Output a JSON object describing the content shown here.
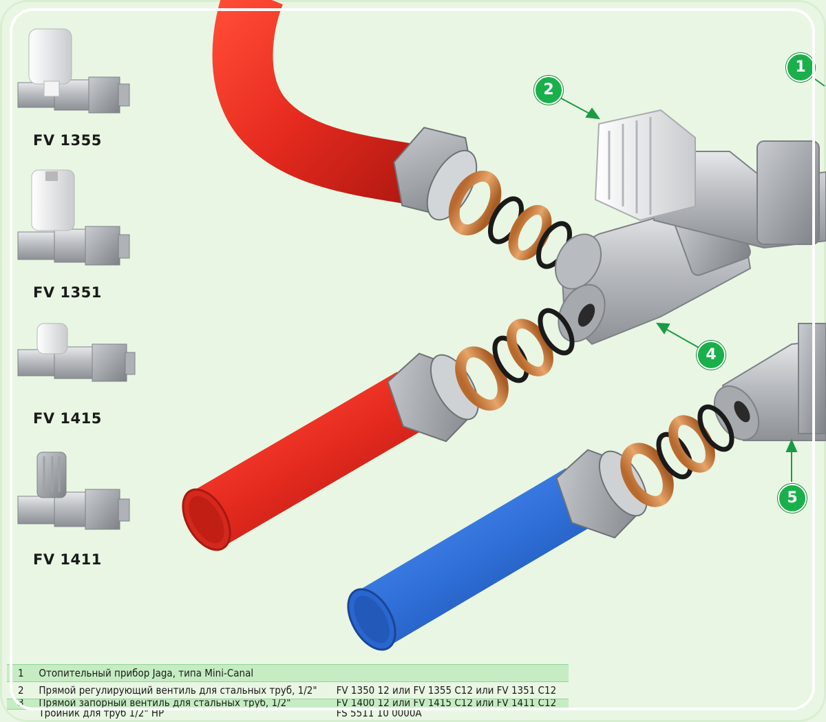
{
  "valves": [
    {
      "id": "fv1355",
      "label": "FV 1355"
    },
    {
      "id": "fv1351",
      "label": "FV 1351"
    },
    {
      "id": "fv1415",
      "label": "FV 1415"
    },
    {
      "id": "fv1411",
      "label": "FV 1411"
    }
  ],
  "callouts": [
    {
      "number": "1"
    },
    {
      "number": "2"
    },
    {
      "number": "4"
    },
    {
      "number": "5"
    }
  ],
  "parts_table": {
    "rows": [
      {
        "number": "1",
        "description": "Отопительный прибор Jaga, типа Mini-Canal",
        "codes": ""
      },
      {
        "number": "2",
        "description": "Прямой регулирующий вентиль для стальных труб, 1/2\"",
        "codes": "FV 1350 12 или FV 1355 C12 или FV 1351 C12"
      },
      {
        "number": "3",
        "description": "Прямой запорный вентиль для стальных труб, 1/2\"",
        "codes": "FV 1400 12 или FV 1415 C12 или FV 1411 C12"
      },
      {
        "number": "",
        "description": "Тройник для труб 1/2\" НР",
        "codes": "FS 5511 10 0000A"
      }
    ]
  },
  "colors": {
    "background": "#e9f6e3",
    "supply_pipe": "#e52a1f",
    "return_pipe": "#2f6fd8",
    "callout": "#19b04b",
    "table_highlight": "#c6ecc3",
    "ring": "#d9904f"
  }
}
